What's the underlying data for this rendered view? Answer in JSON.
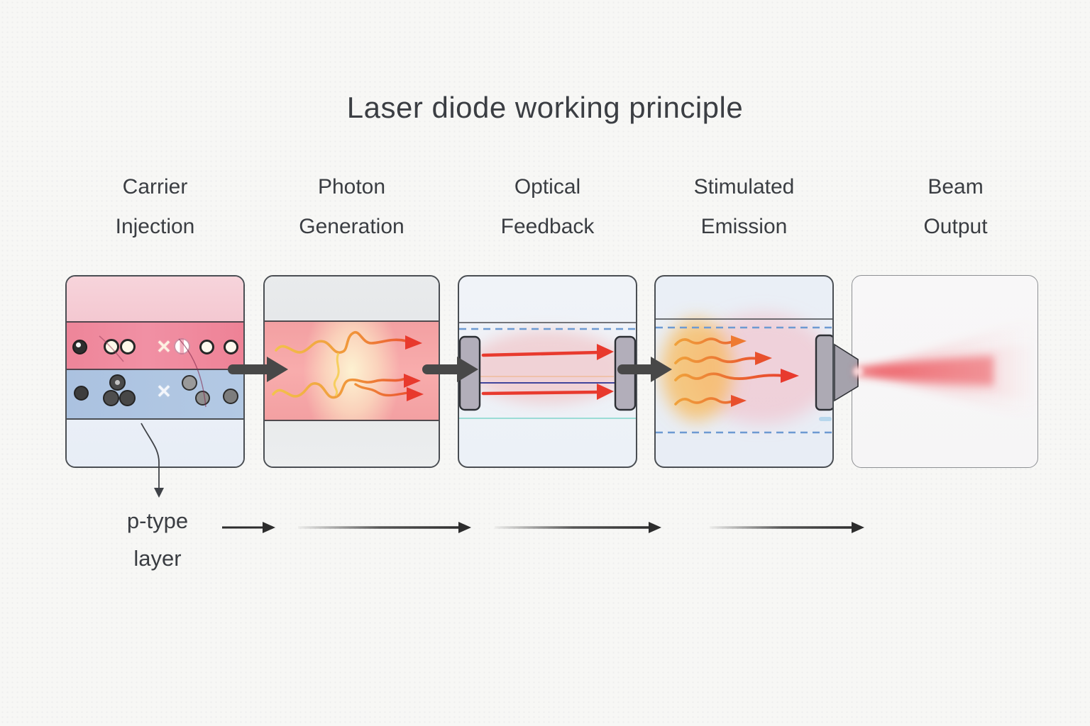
{
  "title": "Laser diode working principle",
  "stages": [
    {
      "line1": "Carrier",
      "line2": "Injection"
    },
    {
      "line1": "Photon",
      "line2": "Generation"
    },
    {
      "line1": "Optical",
      "line2": "Feedback"
    },
    {
      "line1": "Stimulated",
      "line2": "Emission"
    },
    {
      "line1": "Beam",
      "line2": "Output"
    }
  ],
  "annotation": {
    "line1": "p-type",
    "line2": "layer"
  },
  "symbols": {
    "x_mark": "✕"
  },
  "colors": {
    "text": "#3a3d42",
    "p_type_band": "#ef8b9f",
    "p_type_light_band": "#f6ced8",
    "n_type_band": "#aec5e2",
    "substrate_band": "#eaeff7",
    "active_region_pink": "#f7a8a8",
    "gain_glow": "#fdf1cf",
    "photon_red": "#e83a2e",
    "photon_yellow": "#f4cf54",
    "mirror_gray": "#b2aeba",
    "connector_arrow": "#484848",
    "guide_dashed_blue": "#6d9ad2",
    "cavity_navy_line": "#41459b",
    "cavity_cyan_line": "#8fd8d2",
    "laser_beam": "#ee545c"
  }
}
